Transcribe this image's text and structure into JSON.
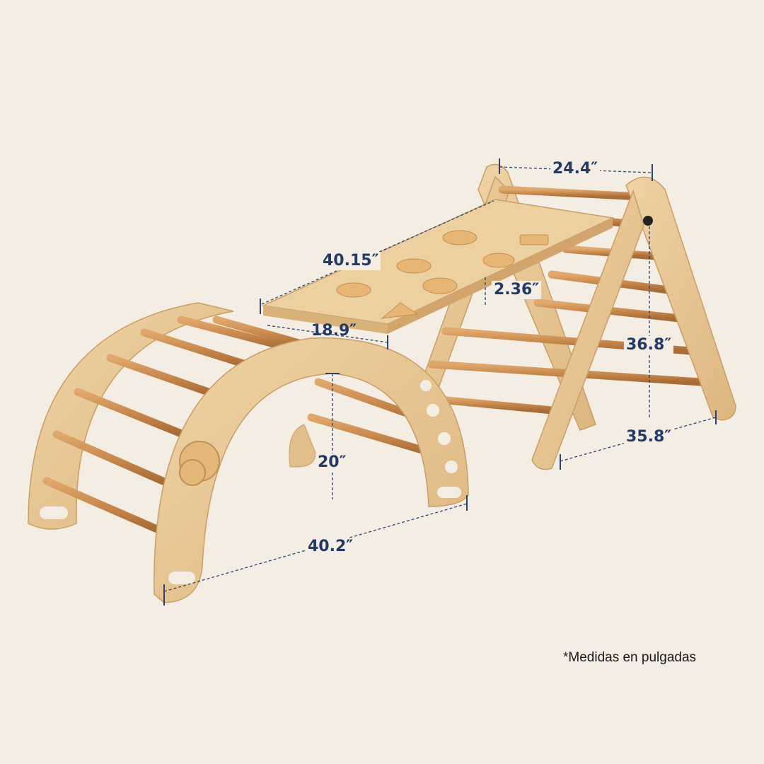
{
  "dimensions": {
    "top_width": "24.4″",
    "ramp_length": "40.15″",
    "ramp_thickness": "2.36″",
    "ramp_width": "18.9″",
    "triangle_height": "36.8″",
    "triangle_depth": "35.8″",
    "arch_height": "20″",
    "arch_length": "40.2″"
  },
  "footnote": "*Medidas en pulgadas",
  "colors": {
    "background": "#f4ede3",
    "plywood": "#e8c896",
    "plywood_edge": "#d9b27a",
    "dowel": "#c98a4e",
    "dimension_text": "#243a66"
  }
}
